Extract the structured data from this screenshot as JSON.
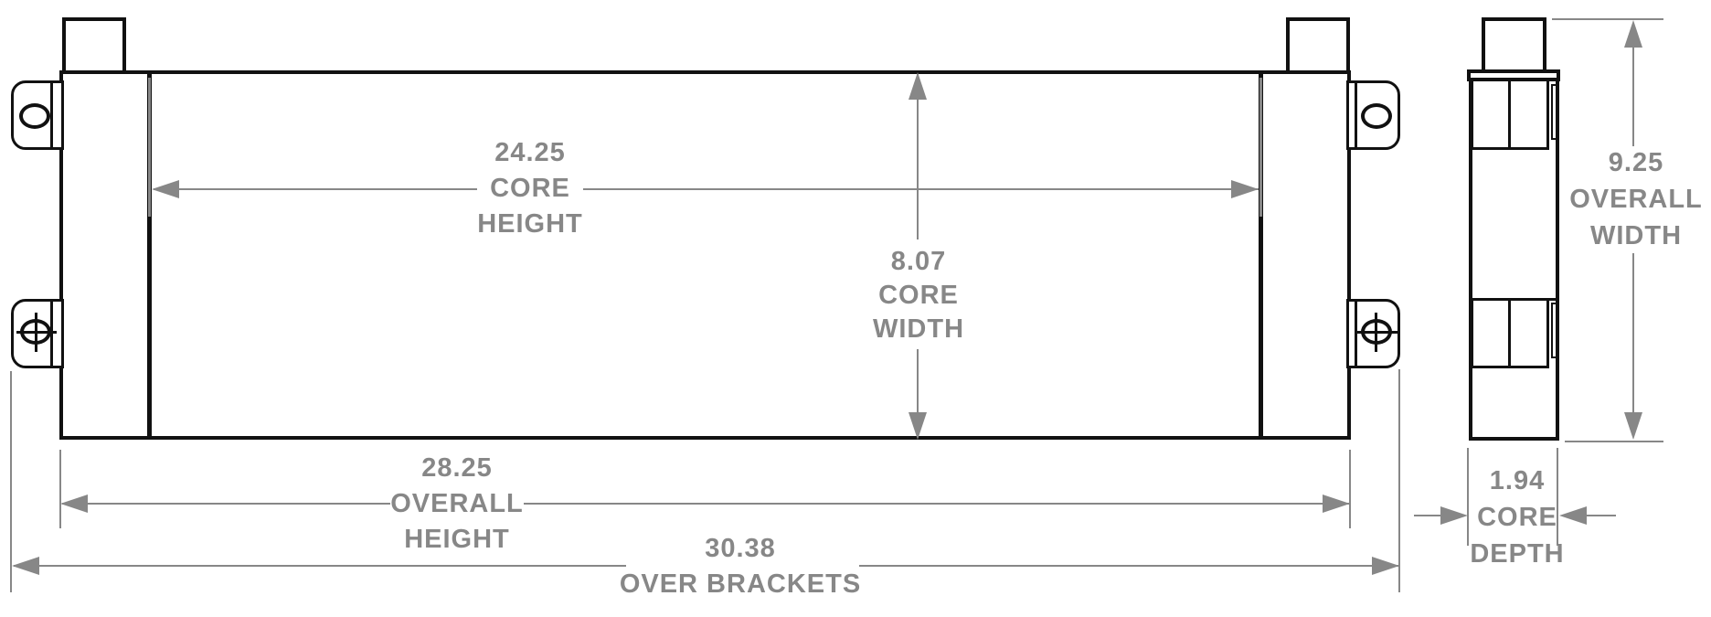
{
  "drawing": {
    "type": "technical-dimension-drawing",
    "views": [
      "front",
      "side"
    ],
    "colors": {
      "line": "#111111",
      "dimension": "#878787",
      "background": "#ffffff"
    }
  },
  "dims": {
    "core_height": {
      "value": "24.25",
      "label1": "CORE",
      "label2": "HEIGHT"
    },
    "core_width": {
      "value": "8.07",
      "label1": "CORE",
      "label2": "WIDTH"
    },
    "overall_height": {
      "value": "28.25",
      "label1": "OVERALL",
      "label2": "HEIGHT"
    },
    "over_brackets": {
      "value": "30.38",
      "label1": "OVER BRACKETS"
    },
    "overall_width": {
      "value": "9.25",
      "label1": "OVERALL",
      "label2": "WIDTH"
    },
    "core_depth": {
      "value": "1.94",
      "label1": "CORE",
      "label2": "DEPTH"
    }
  }
}
